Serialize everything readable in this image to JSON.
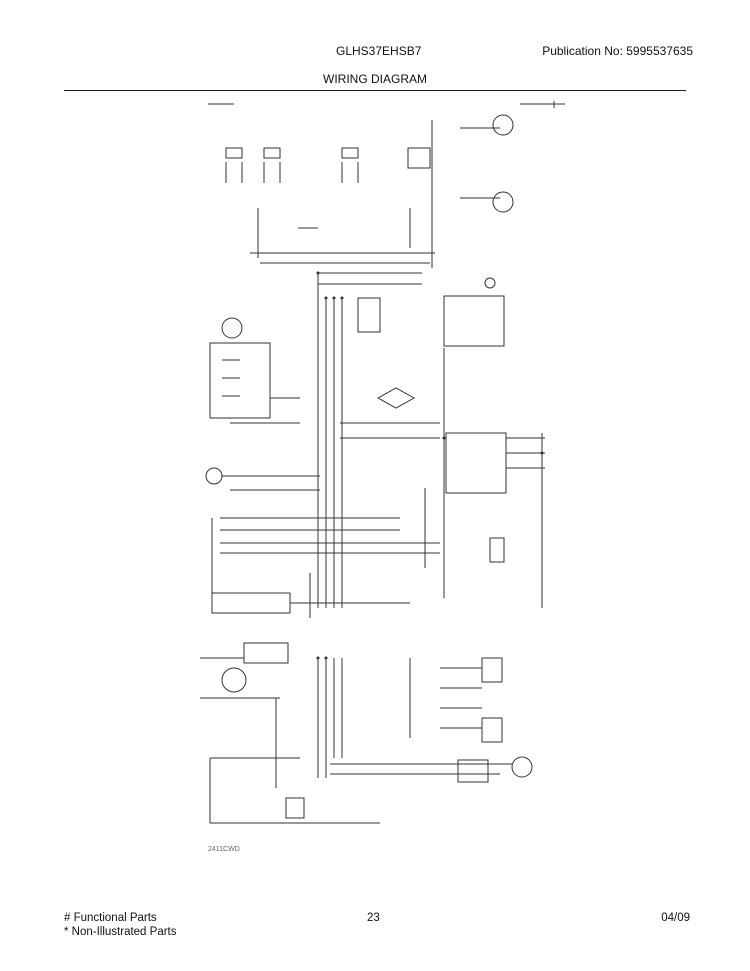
{
  "header": {
    "model": "GLHS37EHSB7",
    "publication": "Publication No:  5995537635"
  },
  "title": "WIRING DIAGRAM",
  "diagram": {
    "code": "2411CWD"
  },
  "footer": {
    "functional_parts": "# Functional Parts",
    "non_illustrated": "* Non-Illustrated Parts",
    "page": "23",
    "date": "04/09"
  }
}
